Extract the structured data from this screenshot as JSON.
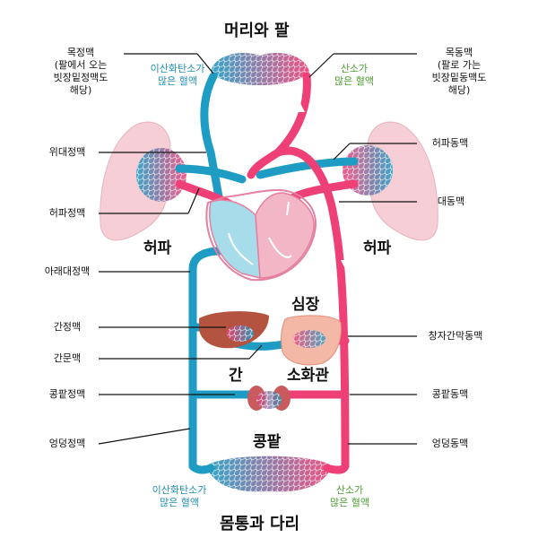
{
  "titles": {
    "top": "머리와 팔",
    "bottom": "몸통과 다리"
  },
  "organs": {
    "lung_left": "허파",
    "lung_right": "허파",
    "heart": "심장",
    "liver": "간",
    "intestine": "소화관",
    "kidney": "콩팥"
  },
  "blood_notes": {
    "top_co2": "이산화탄소가\n많은 혈액",
    "top_o2": "산소가\n많은 혈액",
    "bottom_co2": "이산화탄소가\n많은 혈액",
    "bottom_o2": "산소가\n많은 혈액"
  },
  "left_labels": {
    "jugular_vein": "목정맥\n(팔에서 오는\n빗장밑정맥도\n해당)",
    "vena_cava_superior": "위대정맥",
    "pulmonary_vein": "허파정맥",
    "vena_cava_inferior": "아래대정맥",
    "hepatic_vein": "간정맥",
    "portal_vein": "간문맥",
    "renal_vein": "콩팥정맥",
    "iliac_vein": "엉덩정맥"
  },
  "right_labels": {
    "carotid_artery": "목동맥\n(팔로 가는\n빗장밑동맥도\n해당)",
    "pulmonary_artery": "허파동맥",
    "aorta": "대동맥",
    "mesenteric_artery": "창자간막동맥",
    "renal_artery": "콩팥동맥",
    "iliac_artery": "엉덩동맥"
  },
  "colors": {
    "vein": "#1e9cc4",
    "artery": "#ee3f76",
    "lung": "#f6cfd6",
    "heart_right": "#a7dcea",
    "heart_left": "#f2b6c6",
    "liver": "#b35340",
    "kidney": "#c95a5e",
    "intestine": "#f3b9a6"
  }
}
